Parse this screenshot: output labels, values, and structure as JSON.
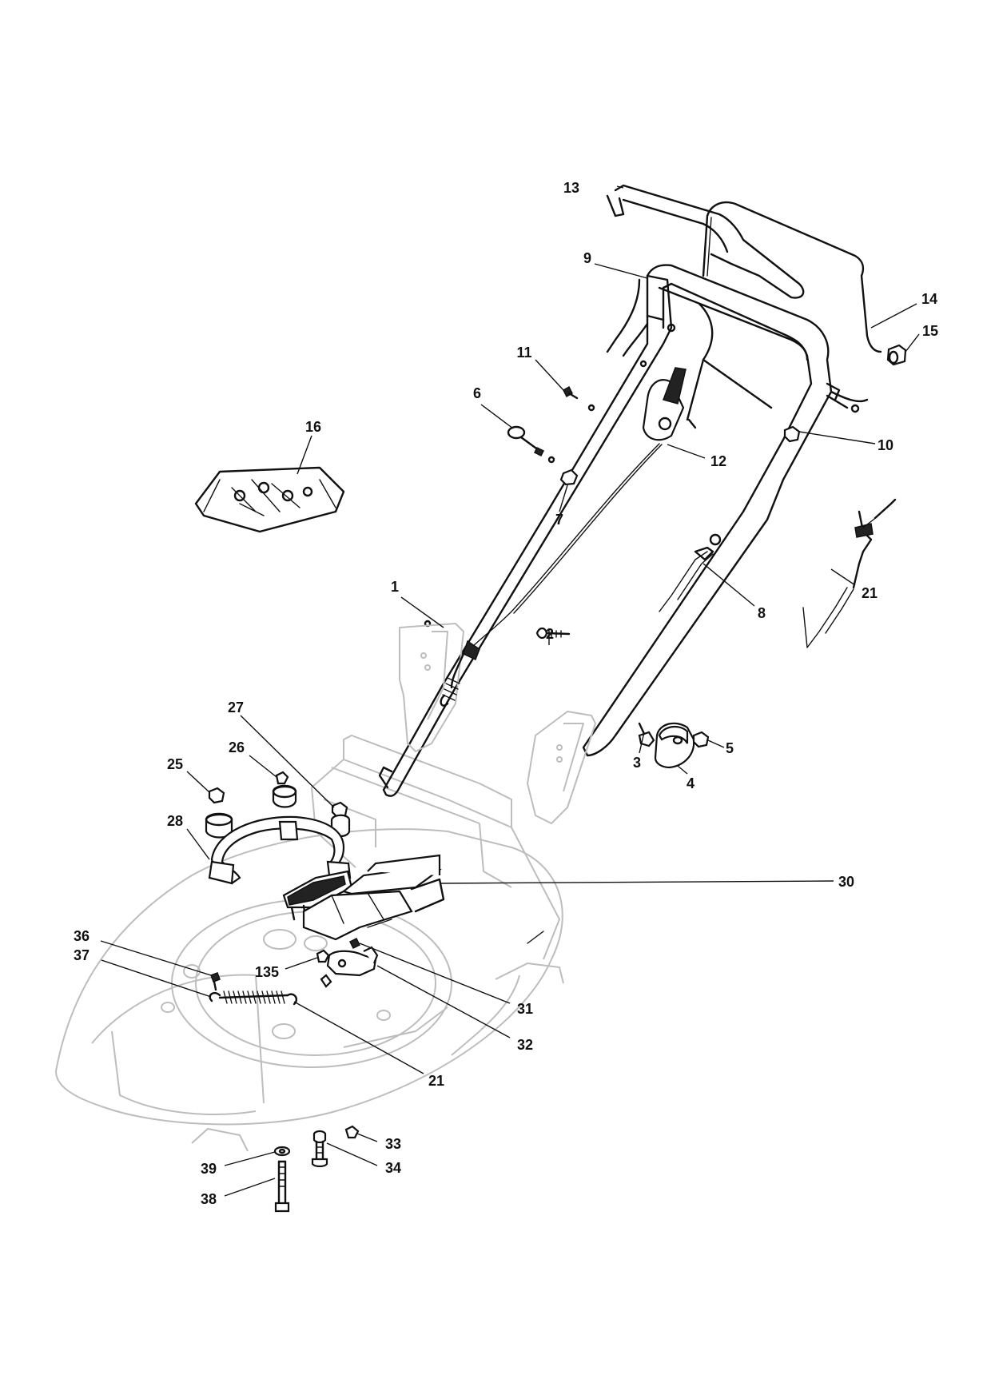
{
  "callouts": [
    {
      "id": "c13",
      "label": "13"
    },
    {
      "id": "c9",
      "label": "9"
    },
    {
      "id": "c14",
      "label": "14"
    },
    {
      "id": "c15",
      "label": "15"
    },
    {
      "id": "c11",
      "label": "11"
    },
    {
      "id": "c6",
      "label": "6"
    },
    {
      "id": "c10",
      "label": "10"
    },
    {
      "id": "c16",
      "label": "16"
    },
    {
      "id": "c12",
      "label": "12"
    },
    {
      "id": "c7",
      "label": "7"
    },
    {
      "id": "c1",
      "label": "1"
    },
    {
      "id": "c8",
      "label": "8"
    },
    {
      "id": "c21a",
      "label": "21"
    },
    {
      "id": "c2",
      "label": "2"
    },
    {
      "id": "c27",
      "label": "27"
    },
    {
      "id": "c26",
      "label": "26"
    },
    {
      "id": "c25",
      "label": "25"
    },
    {
      "id": "c5",
      "label": "5"
    },
    {
      "id": "c3",
      "label": "3"
    },
    {
      "id": "c4",
      "label": "4"
    },
    {
      "id": "c28",
      "label": "28"
    },
    {
      "id": "c30",
      "label": "30"
    },
    {
      "id": "c36",
      "label": "36"
    },
    {
      "id": "c37",
      "label": "37"
    },
    {
      "id": "c135",
      "label": "135"
    },
    {
      "id": "c31",
      "label": "31"
    },
    {
      "id": "c32",
      "label": "32"
    },
    {
      "id": "c21b",
      "label": "21"
    },
    {
      "id": "c33",
      "label": "33"
    },
    {
      "id": "c39",
      "label": "39"
    },
    {
      "id": "c34",
      "label": "34"
    },
    {
      "id": "c38",
      "label": "38"
    }
  ],
  "colors": {
    "line": "#111111",
    "ghost": "#bdbdbd",
    "background": "#ffffff"
  }
}
